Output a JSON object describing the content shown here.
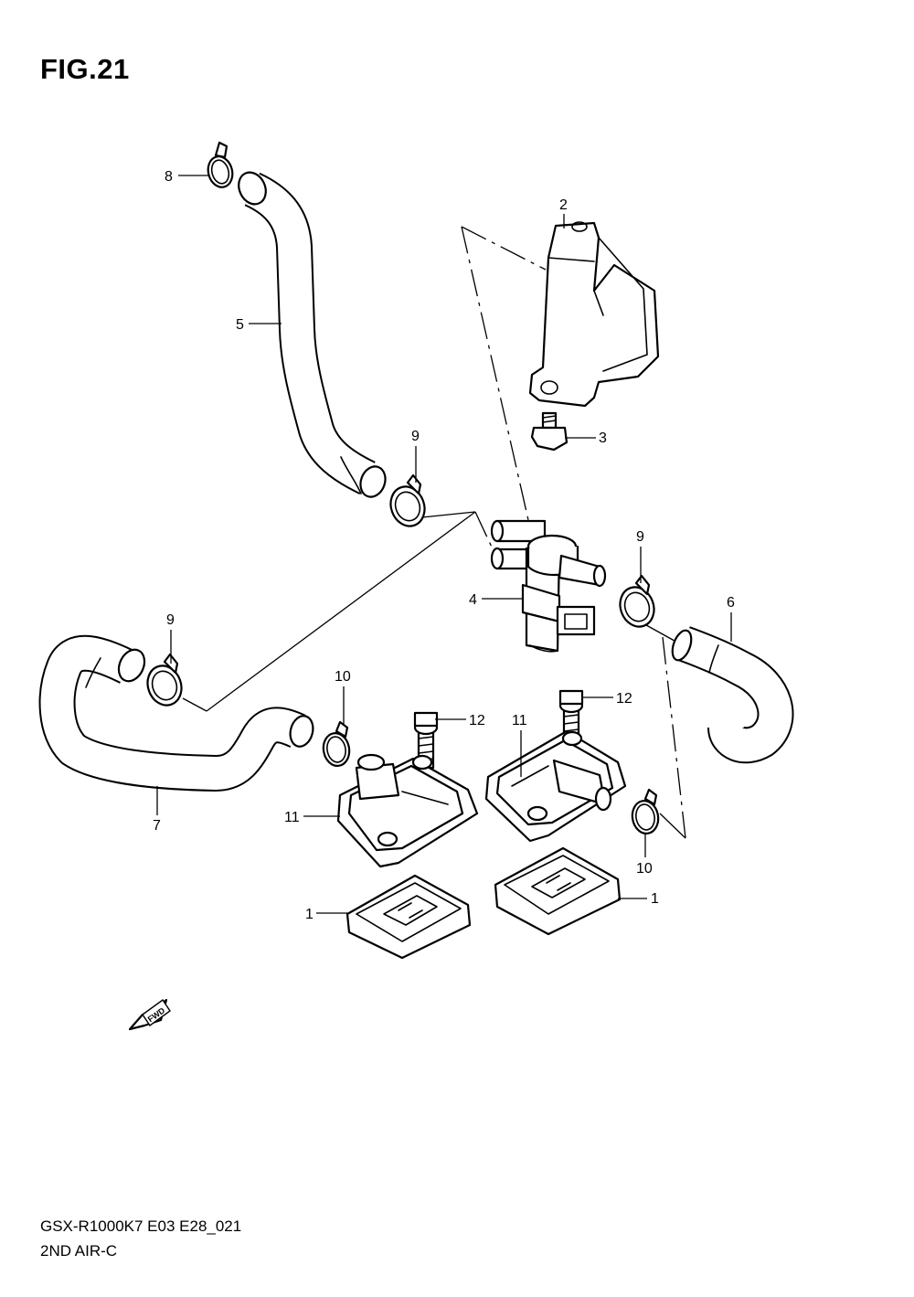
{
  "figure": {
    "title": "FIG.21",
    "model_code": "GSX-R1000K7 E03 E28_021",
    "section": "2ND AIR-C",
    "fwd_label": "FWD"
  },
  "callouts": [
    "1",
    "1",
    "2",
    "3",
    "4",
    "5",
    "6",
    "7",
    "8",
    "9",
    "9",
    "9",
    "10",
    "10",
    "11",
    "11",
    "12",
    "12"
  ]
}
